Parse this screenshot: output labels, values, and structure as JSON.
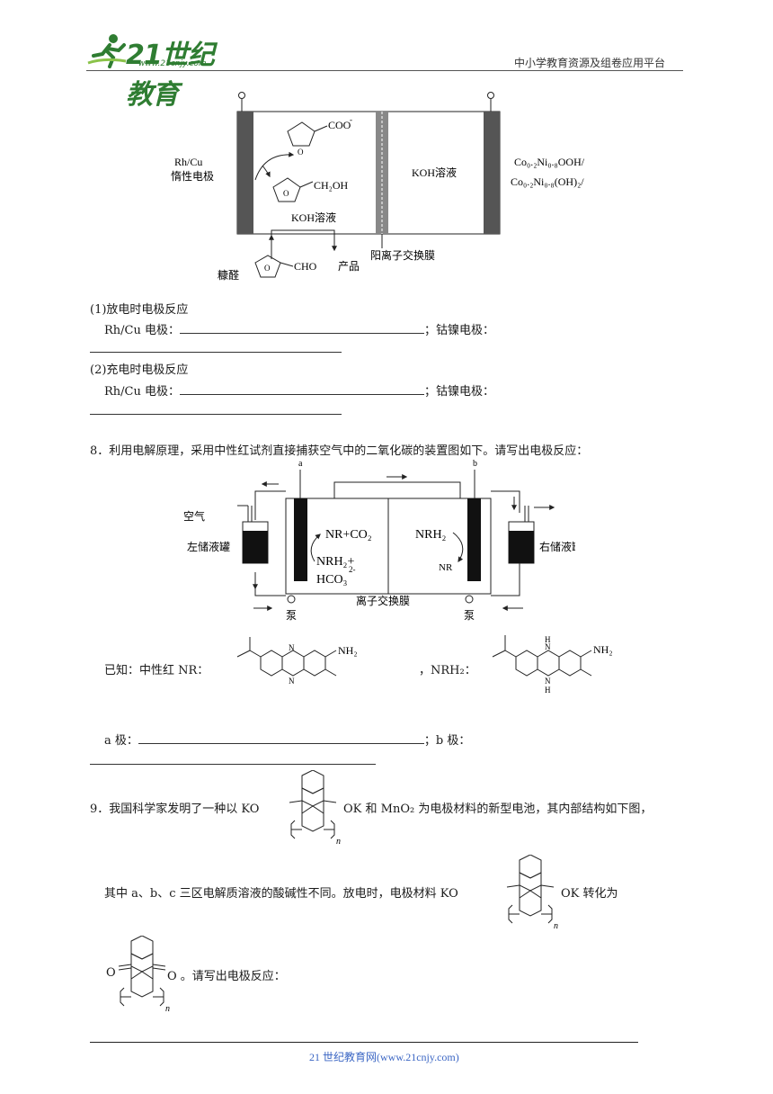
{
  "header": {
    "logo_main": "21世纪教育",
    "logo_sub": "www.21cnjy.com",
    "platform": "中小学教育资源及组卷应用平台"
  },
  "fig1": {
    "left_electrode": [
      "Rh/Cu",
      "惰性电极"
    ],
    "product_top": "COO",
    "product_top_sup": "-",
    "product_mid": "CH₂OH",
    "solution_left": "KOH溶液",
    "solution_right": "KOH溶液",
    "right_electrode_1": "Co₀.₂Ni₀.₈OOH/",
    "right_electrode_2": "Co₀.₂Ni₀.₈(OH)₂/",
    "membrane": "阳离子交换膜",
    "feed": "糠醛",
    "feed_group": "CHO",
    "product_out": "产品"
  },
  "q7": {
    "p1_title": "(1)放电时电极反应",
    "p1_left": "Rh/Cu 电极：",
    "p1_right": "；钴镍电极：",
    "p2_title": "(2)充电时电极反应",
    "p2_left": "Rh/Cu 电极：",
    "p2_right": "；钴镍电极："
  },
  "q8": {
    "text": "8．利用电解原理，采用中性红试剂直接捕获空气中的二氧化碳的装置图如下。请写出电极反应：",
    "label_a": "a",
    "label_b": "b",
    "air": "空气",
    "left_tank": "左储液罐",
    "right_tank": "右储液罐",
    "left_top": "NR+CO₂",
    "left_bot1": "NRH₂+",
    "left_bot2": "HCO₃",
    "left_bot2_sup": "2-",
    "right_top": "NRH₂",
    "right_bot": "NR",
    "membrane": "离子交换膜",
    "pump_left": "泵",
    "pump_right": "泵",
    "known": "已知：中性红 NR：",
    "nrh2": "，NRH₂：",
    "nh2": "NH₂",
    "N": "N",
    "H": "H",
    "a_pole": "a 极：",
    "b_pole": "；b 极："
  },
  "q9": {
    "line1_a": "9．我国科学家发明了一种以 KO",
    "line1_b": "OK 和 MnO₂ 为电极材料的新型电池，其内部结构如下图，",
    "line2_a": "其中 a、b、c 三区电解质溶液的酸碱性不同。放电时，电极材料 KO",
    "line2_b": "OK 转化为",
    "line3_a": "O",
    "line3_b": "O 。请写出电极反应：",
    "n": "n"
  },
  "footer": {
    "text": "21 世纪教育网(www.21cnjy.com)"
  }
}
